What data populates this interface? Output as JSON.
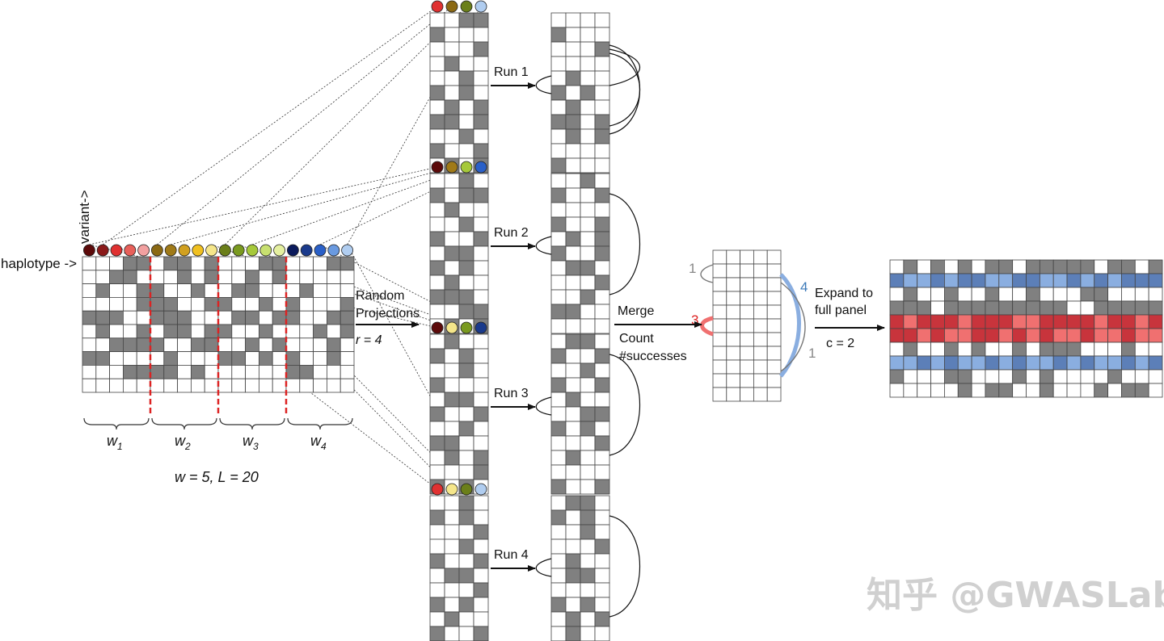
{
  "labels": {
    "variant": "variant->",
    "haplotype": "haplotype ->",
    "random": "Random",
    "projections": "Projections",
    "r_eq": "r = 4",
    "merge": "Merge",
    "count": "Count",
    "successes": "#successes",
    "expand": "Expand to",
    "full_panel": "full panel",
    "c_eq": "c = 2",
    "params": "w = 5, L = 20",
    "windows": [
      "w1",
      "w2",
      "w3",
      "w4"
    ],
    "merge_counts": [
      "1",
      "3",
      "4",
      "1"
    ],
    "runs": [
      "Run 1",
      "Run 2",
      "Run 3",
      "Run 4"
    ]
  },
  "watermark": "知乎 @GWASLab",
  "colors": {
    "filled": "#808080",
    "empty": "#ffffff",
    "grid_line": "#444444",
    "window_divider": "#dd2222",
    "match_red": "#f07070",
    "match_blue": "#8aaee0",
    "count_red_label": "#dd2222",
    "count_blue_label": "#3b79b8",
    "count_gray_label": "#888888",
    "variant_colors": [
      "#5c0a0a",
      "#8b1a1a",
      "#e03131",
      "#e8605a",
      "#f2a0a0",
      "#8b6914",
      "#a07a18",
      "#d1a020",
      "#f0c020",
      "#f5e68a",
      "#6b7f1a",
      "#7a9a20",
      "#a6c93a",
      "#c8e070",
      "#e5f0a0",
      "#0b1a5c",
      "#1a3a8c",
      "#2a60c8",
      "#6a9ae0",
      "#b0cdf0"
    ]
  },
  "matrix": {
    "rows": 10,
    "cols": 20,
    "cells": [
      "00011011010001100011",
      "00110001010010100000",
      "01001100100110001000",
      "00001110011001010001",
      "11100111000110110011",
      "01001011011001000101",
      "00111100110010100010",
      "11000010001101010010",
      "00011110100000011000",
      "00000000000000000000"
    ]
  },
  "runs": [
    {
      "label": "Run 1",
      "projection_cols": [
        1,
        5,
        10,
        19
      ],
      "dot_colors": [
        "#e03131",
        "#8b6914",
        "#6b7f1a",
        "#b0cdf0"
      ],
      "left_grid": [
        "0011",
        "1000",
        "0001",
        "0100",
        "0010",
        "1010",
        "0101",
        "1101",
        "0010",
        "1001",
        "0101"
      ],
      "right_grid": [
        "0000",
        "1000",
        "0001",
        "0000",
        "0100",
        "1010",
        "0100",
        "1101",
        "0101",
        "0000",
        "1000",
        "0110"
      ]
    },
    {
      "label": "Run 2",
      "projection_cols": [
        0,
        6,
        12,
        17
      ],
      "dot_colors": [
        "#5c0a0a",
        "#a07a18",
        "#a6c93a",
        "#2a60c8"
      ],
      "left_grid": [
        "0010",
        "1011",
        "0100",
        "0010",
        "1001",
        "0110",
        "1010",
        "0100",
        "1110",
        "0011",
        "0101"
      ],
      "right_grid": [
        "0010",
        "1001",
        "0000",
        "1001",
        "0101",
        "1001",
        "0110",
        "0001",
        "0010",
        "1100",
        "0000"
      ]
    },
    {
      "label": "Run 3",
      "projection_cols": [
        0,
        9,
        11,
        17
      ],
      "dot_colors": [
        "#5c0a0a",
        "#f5e68a",
        "#7a9a20",
        "#1a3a8c"
      ],
      "left_grid": [
        "0100",
        "1010",
        "0010",
        "1000",
        "0110",
        "1001",
        "0010",
        "1100",
        "0101",
        "0001",
        "1010"
      ],
      "right_grid": [
        "0110",
        "1001",
        "0010",
        "1001",
        "0100",
        "0011",
        "1010",
        "0001",
        "0100",
        "0000",
        "1001"
      ]
    },
    {
      "label": "Run 4",
      "projection_cols": [
        2,
        9,
        10,
        19
      ],
      "dot_colors": [
        "#e03131",
        "#f5e68a",
        "#6b7f1a",
        "#b0cdf0"
      ],
      "left_grid": [
        "0010",
        "1010",
        "0001",
        "0010",
        "1001",
        "0110",
        "0001",
        "1010",
        "0100",
        "1001",
        "0101"
      ],
      "right_grid": [
        "0110",
        "1010",
        "0010",
        "0001",
        "0100",
        "0110",
        "0000",
        "1010",
        "0101",
        "0100",
        "0010"
      ]
    }
  ],
  "merged": {
    "rows": 11,
    "cols": 5
  },
  "panel": {
    "rows": 10,
    "cols": 20,
    "cells": [
      "01010101101111101101",
      "10010110011001010111",
      "01001001001000110000",
      "11101111111110011111",
      "10111011100111101101",
      "11010011010100100100",
      "01001010010111000100",
      "00101001010010100101",
      "10001100010100001000",
      "00000101100100010110"
    ],
    "blue_rows": [
      1,
      7
    ],
    "red_rows": [
      4,
      5
    ]
  }
}
